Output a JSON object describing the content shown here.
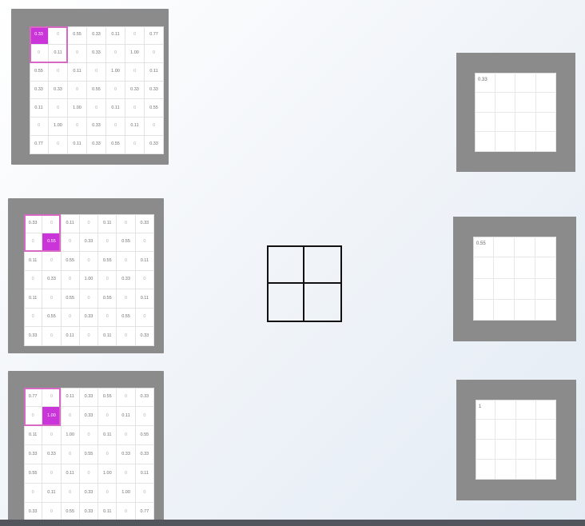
{
  "diagram": {
    "colors": {
      "panel": "#8b8b8b",
      "highlight_fill": "#c935d8",
      "highlight_border": "#d768c4",
      "line": "#111111"
    },
    "input_panels": [
      {
        "rows": [
          [
            "0.33",
            "0",
            "0.55",
            "0.33",
            "0.11",
            "0",
            "0.77"
          ],
          [
            "0",
            "0.11",
            "0",
            "0.33",
            "0",
            "1.00",
            "0"
          ],
          [
            "0.55",
            "0",
            "0.11",
            "0",
            "1.00",
            "0",
            "0.11"
          ],
          [
            "0.33",
            "0.33",
            "0",
            "0.55",
            "0",
            "0.33",
            "0.33"
          ],
          [
            "0.11",
            "0",
            "1.00",
            "0",
            "0.11",
            "0",
            "0.55"
          ],
          [
            "0",
            "1.00",
            "0",
            "0.33",
            "0",
            "0.11",
            "0"
          ],
          [
            "0.77",
            "0",
            "0.11",
            "0.33",
            "0.55",
            "0",
            "0.33"
          ]
        ],
        "highlight_cells": [
          [
            0,
            0
          ]
        ]
      },
      {
        "rows": [
          [
            "0.33",
            "0",
            "0.11",
            "0",
            "0.11",
            "0",
            "0.33"
          ],
          [
            "0",
            "0.55",
            "0",
            "0.33",
            "0",
            "0.55",
            "0"
          ],
          [
            "0.11",
            "0",
            "0.55",
            "0",
            "0.55",
            "0",
            "0.11"
          ],
          [
            "0",
            "0.33",
            "0",
            "1.00",
            "0",
            "0.33",
            "0"
          ],
          [
            "0.11",
            "0",
            "0.55",
            "0",
            "0.55",
            "0",
            "0.11"
          ],
          [
            "0",
            "0.55",
            "0",
            "0.33",
            "0",
            "0.55",
            "0"
          ],
          [
            "0.33",
            "0",
            "0.11",
            "0",
            "0.11",
            "0",
            "0.33"
          ]
        ],
        "highlight_cells": [
          [
            1,
            1
          ]
        ]
      },
      {
        "rows": [
          [
            "0.77",
            "0",
            "0.11",
            "0.33",
            "0.55",
            "0",
            "0.33"
          ],
          [
            "0",
            "1.00",
            "0",
            "0.33",
            "0",
            "0.11",
            "0"
          ],
          [
            "0.11",
            "0",
            "1.00",
            "0",
            "0.11",
            "0",
            "0.55"
          ],
          [
            "0.33",
            "0.33",
            "0",
            "0.55",
            "0",
            "0.33",
            "0.33"
          ],
          [
            "0.55",
            "0",
            "0.11",
            "0",
            "1.00",
            "0",
            "0.11"
          ],
          [
            "0",
            "0.11",
            "0",
            "0.33",
            "0",
            "1.00",
            "0"
          ],
          [
            "0.33",
            "0",
            "0.55",
            "0.33",
            "0.11",
            "0",
            "0.77"
          ]
        ],
        "highlight_cells": [
          [
            1,
            1
          ]
        ]
      }
    ],
    "pooling_window": {
      "rows": 2,
      "cols": 2
    },
    "output_panels": [
      {
        "first_value": "0.33"
      },
      {
        "first_value": "0.55"
      },
      {
        "first_value": "1"
      }
    ]
  }
}
